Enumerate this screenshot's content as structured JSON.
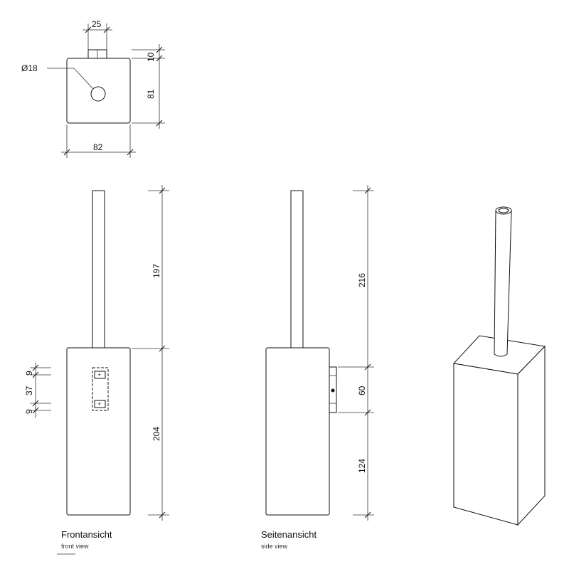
{
  "dimensions": {
    "cap_width": "25",
    "cap_height": "10",
    "top_depth": "81",
    "top_width": "82",
    "hole_diameter": "Ø18",
    "front_handle": "197",
    "front_body": "204",
    "bracket_hole_top": "9",
    "bracket_spacing": "37",
    "bracket_hole_bottom": "9",
    "side_handle": "216",
    "side_bracket": "60",
    "side_lower": "124"
  },
  "views": {
    "front_de": "Frontansicht",
    "front_en": "front view",
    "side_de": "Seitenansicht",
    "side_en": "side view"
  }
}
